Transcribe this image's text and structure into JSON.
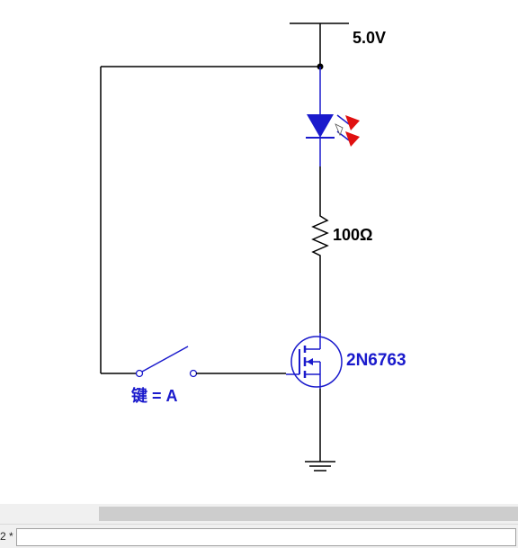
{
  "schematic": {
    "supply_label": "5.0V",
    "resistor_label": "100Ω",
    "transistor_label": "2N6763",
    "switch_label": "键 = A"
  },
  "colors": {
    "wire": "#000000",
    "component": "#1a1acc",
    "led_arrow": "#e01010",
    "background": "#ffffff"
  },
  "statusbar": {
    "sheet_tab": "2 *"
  }
}
